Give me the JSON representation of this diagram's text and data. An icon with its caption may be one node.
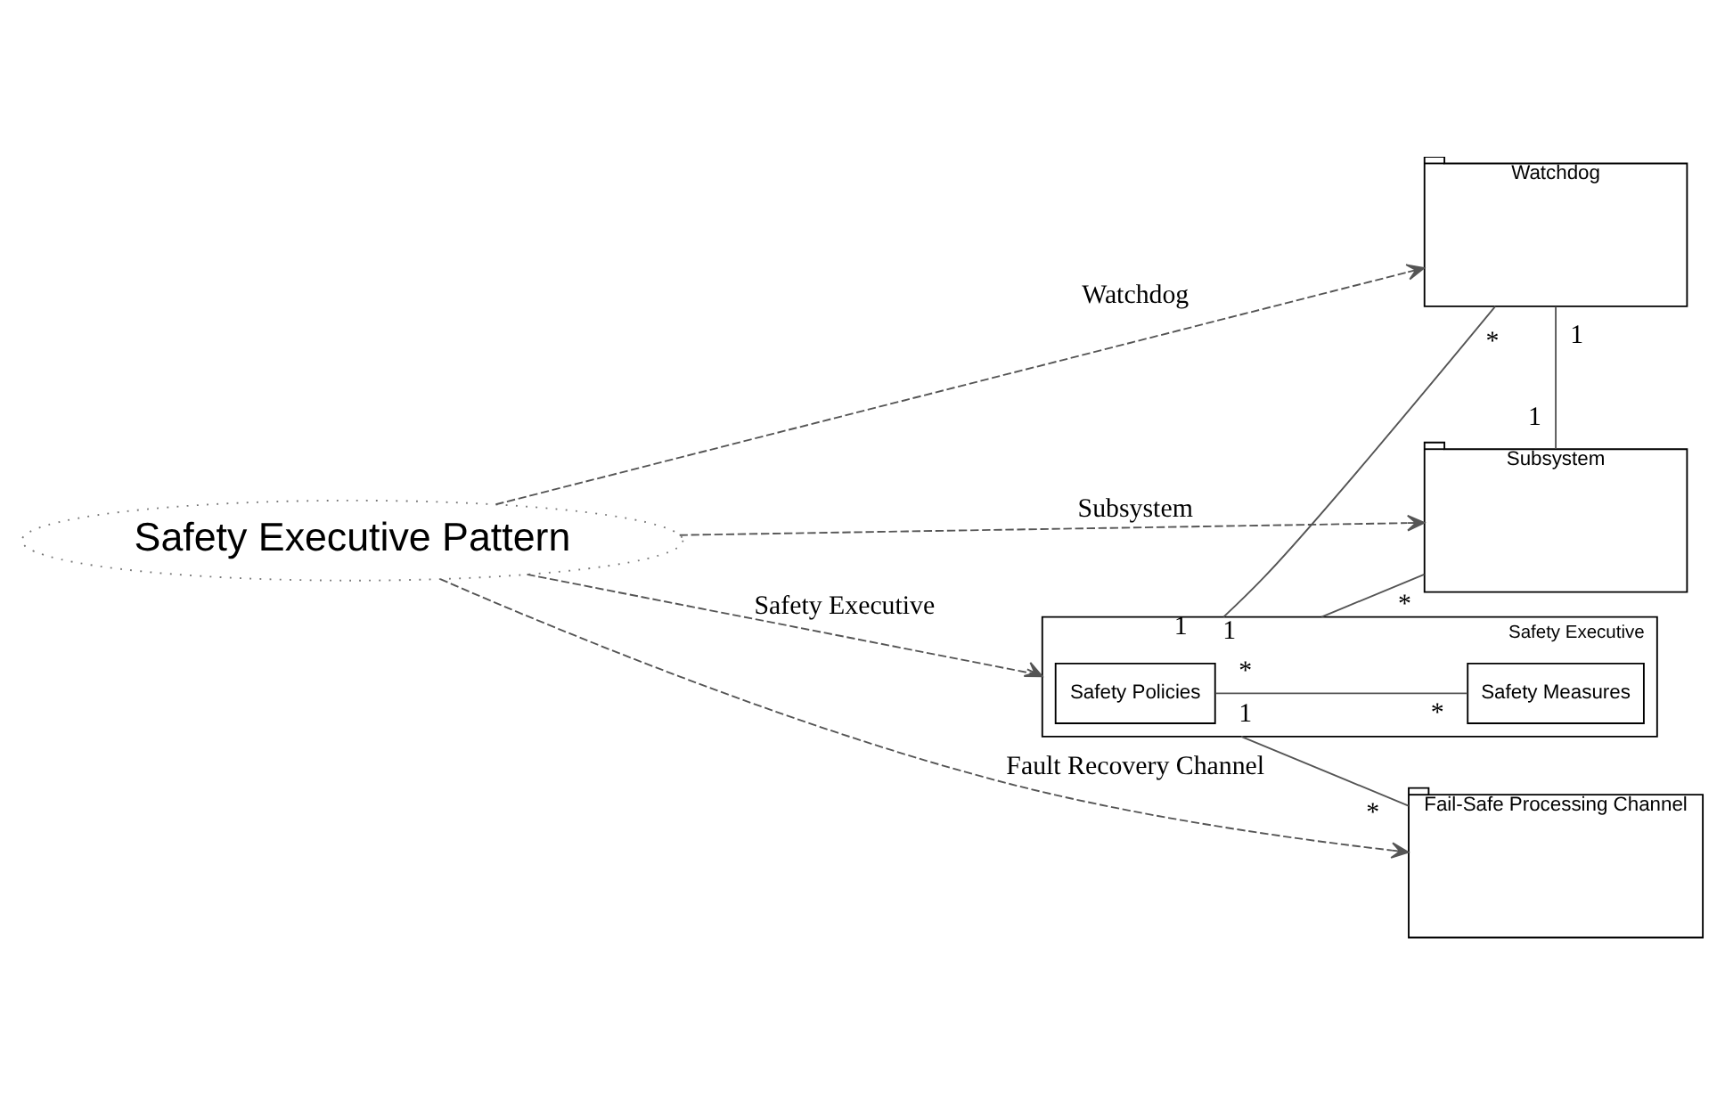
{
  "diagram": {
    "nodes": [
      {
        "text": [
          "Safety Executive Pattern"
        ]
      },
      {
        "text": [
          "Safety Executive"
        ]
      },
      {
        "text": [
          "Safety Policies"
        ],
        "in": 1
      },
      {
        "text": [
          "Safety Measures"
        ],
        "in": 1
      },
      {
        "text": [
          "Watchdog"
        ]
      },
      {
        "text": [
          "Subsystem"
        ]
      },
      {
        "text": [
          "Fail-Safe Processing Channel"
        ]
      }
    ],
    "edges": [
      {
        "from": 0,
        "to": 4,
        "arrow": "to",
        "label": "Watchdog",
        "style": "dashed"
      },
      {
        "from": 0,
        "to": 5,
        "arrow": "to",
        "label": "Subsystem",
        "style": "dashed"
      },
      {
        "from": 0,
        "to": 6,
        "arrow": "to",
        "label": "Fault Recovery Channel",
        "style": "dashed"
      },
      {
        "from": 0,
        "to": 1,
        "arrow": "to",
        "label": "Safety Executive",
        "style": "dashed"
      },
      {
        "from": 2,
        "to": 3,
        "arrow": "none"
      },
      {
        "from": 1,
        "to": 4,
        "arrow": "none"
      },
      {
        "from": 1,
        "to": 5,
        "arrow": "none"
      },
      {
        "from": 1,
        "to": 6,
        "arrow": "none"
      },
      {
        "from": 4,
        "to": 5,
        "arrow": "none"
      }
    ],
    "labels": [
      "*",
      "1",
      "1",
      "1",
      "*",
      "*",
      "1",
      "*",
      "1",
      "*"
    ]
  }
}
